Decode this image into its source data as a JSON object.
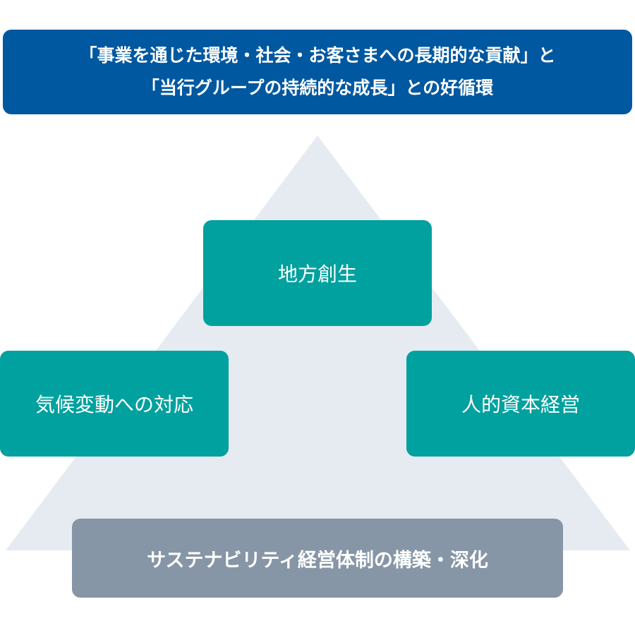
{
  "banner": {
    "line1": "「事業を通じた環境・社会・お客さまへの長期的な貢献」と",
    "line2": "「当行グループの持続的な成長」との好循環"
  },
  "pillars": {
    "top": "地方創生",
    "left": "気候変動への対応",
    "right": "人的資本経営"
  },
  "foundation": "サステナビリティ経営体制の構築・深化",
  "colors": {
    "banner": "#0058a0",
    "pillar": "#00a19e",
    "foundation": "#8696a6",
    "triangle": "#e6ebf1"
  }
}
